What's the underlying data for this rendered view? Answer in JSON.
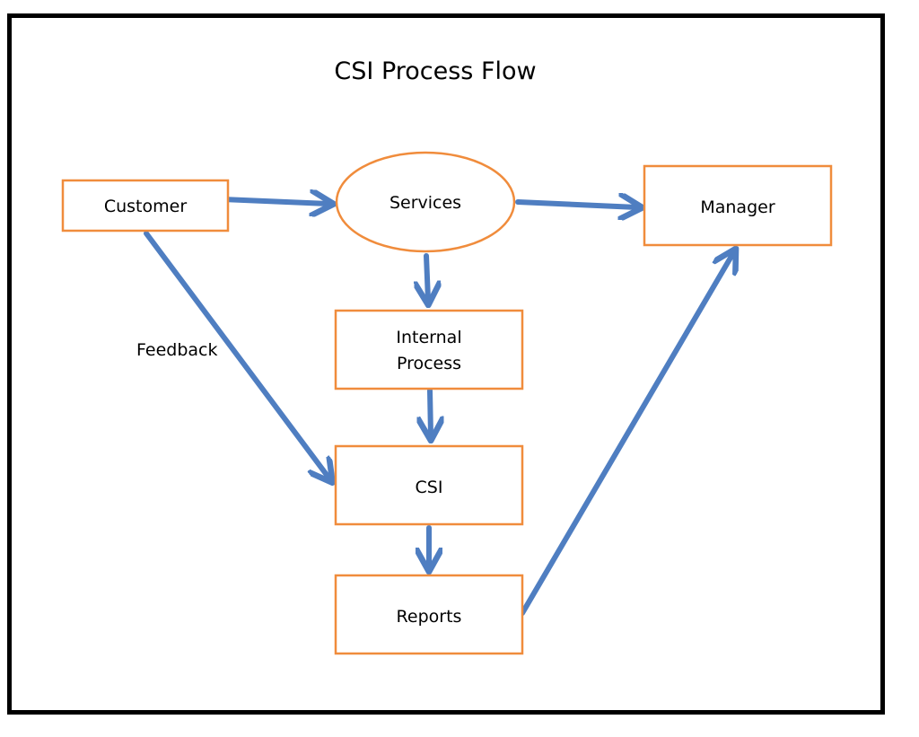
{
  "diagram": {
    "title": "CSI Process Flow",
    "colors": {
      "node_stroke": "#F08C3C",
      "arrow": "#4F7EC1",
      "frame": "#000000"
    },
    "nodes": {
      "customer": {
        "label": "Customer",
        "shape": "rectangle"
      },
      "services": {
        "label": "Services",
        "shape": "ellipse"
      },
      "manager": {
        "label": "Manager",
        "shape": "rectangle"
      },
      "internal_process": {
        "label_line1": "Internal",
        "label_line2": "Process",
        "shape": "rectangle"
      },
      "csi": {
        "label": "CSI",
        "shape": "rectangle"
      },
      "reports": {
        "label": "Reports",
        "shape": "rectangle"
      }
    },
    "edges": [
      {
        "from": "Customer",
        "to": "Services",
        "label": ""
      },
      {
        "from": "Services",
        "to": "Manager",
        "label": ""
      },
      {
        "from": "Services",
        "to": "Internal Process",
        "label": ""
      },
      {
        "from": "Internal Process",
        "to": "CSI",
        "label": ""
      },
      {
        "from": "CSI",
        "to": "Reports",
        "label": ""
      },
      {
        "from": "Customer",
        "to": "CSI",
        "label": "Feedback"
      },
      {
        "from": "Reports",
        "to": "Manager",
        "label": ""
      }
    ]
  }
}
